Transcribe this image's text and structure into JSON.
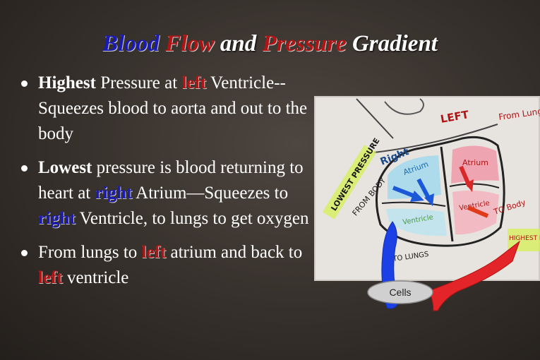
{
  "title": {
    "w1": "Blood",
    "w2": "Flow",
    "w3": "and",
    "w4": "Pressure",
    "w5": "Gradient"
  },
  "bullets": [
    {
      "b1": "Highest",
      "t1": " Pressure at ",
      "hl1": "left",
      "t2": " Ventricle--Squeezes blood to aorta and out to the body"
    },
    {
      "b1": "Lowest",
      "t1": " pressure is blood returning to heart at ",
      "hl1": "right",
      "t2": " Atrium—Squeezes to ",
      "hl2": "right",
      "t3": " Ventricle, to lungs to get oxygen"
    },
    {
      "t1": "From lungs to ",
      "hl1": "left",
      "t2": " atrium and back to ",
      "hl2": "left",
      "t3": " ventricle"
    }
  ],
  "diagram": {
    "cells_label": "Cells",
    "whiteboard": {
      "left": "LEFT",
      "from_lungs": "From Lungs",
      "right": "Right",
      "atrium_right": "Atrium",
      "atrium_left": "Atrium",
      "ventricle_right": "Ventricle",
      "ventricle_left": "Ventricle",
      "lowest_pressure": "LOWEST PRESSURE",
      "from_body": "FROM BODY",
      "to_lungs": "TO LUNGS",
      "to_body": "TO Body",
      "highest_pressure": "HIGHEST PRES"
    }
  }
}
